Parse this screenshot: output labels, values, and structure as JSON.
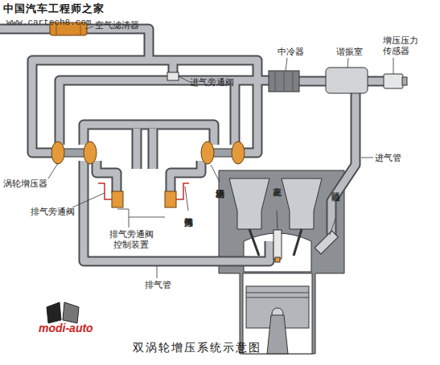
{
  "diagram": {
    "caption": "双涡轮增压系统示意图",
    "labels": [
      "中国汽车工程师之家",
      "www.cartech8.com",
      "空气滤清器",
      "进气旁通阀",
      "中冷器",
      "谐振室",
      "增压压力传感器",
      "涡轮增压器",
      "排气旁通阀",
      "排气旁通阀控制装置",
      "排气旁通阀",
      "涡轮增压器",
      "火花塞",
      "喷油器",
      "进气管",
      "排气管",
      "modi-auto"
    ]
  }
}
